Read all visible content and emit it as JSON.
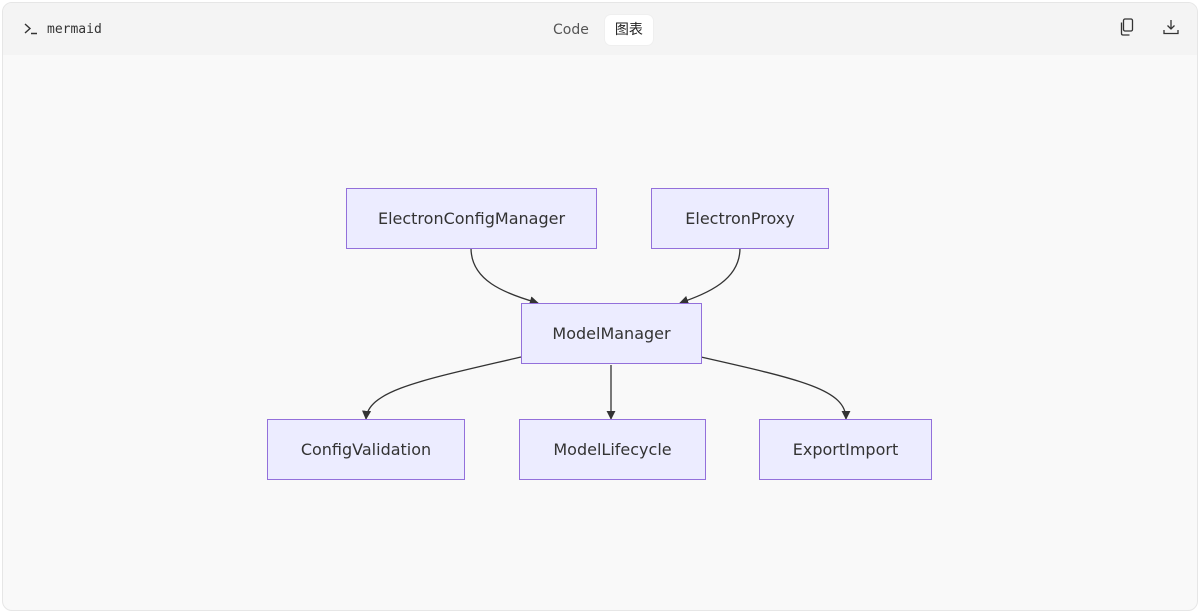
{
  "toolbar": {
    "language": "mermaid",
    "tabs": [
      {
        "label": "Code",
        "active": false
      },
      {
        "label": "图表",
        "active": true
      }
    ],
    "actions": {
      "copy_icon": "copy-icon",
      "download_icon": "download-icon"
    }
  },
  "diagram": {
    "type": "flowchart",
    "colors": {
      "node_fill": "#ececff",
      "node_border": "#9370db",
      "edge": "#333333"
    },
    "nodes": {
      "electron_config_manager": "ElectronConfigManager",
      "electron_proxy": "ElectronProxy",
      "model_manager": "ModelManager",
      "config_validation": "ConfigValidation",
      "model_lifecycle": "ModelLifecycle",
      "export_import": "ExportImport"
    },
    "edges": [
      {
        "from": "ElectronConfigManager",
        "to": "ModelManager"
      },
      {
        "from": "ElectronProxy",
        "to": "ModelManager"
      },
      {
        "from": "ModelManager",
        "to": "ConfigValidation"
      },
      {
        "from": "ModelManager",
        "to": "ModelLifecycle"
      },
      {
        "from": "ModelManager",
        "to": "ExportImport"
      }
    ]
  }
}
